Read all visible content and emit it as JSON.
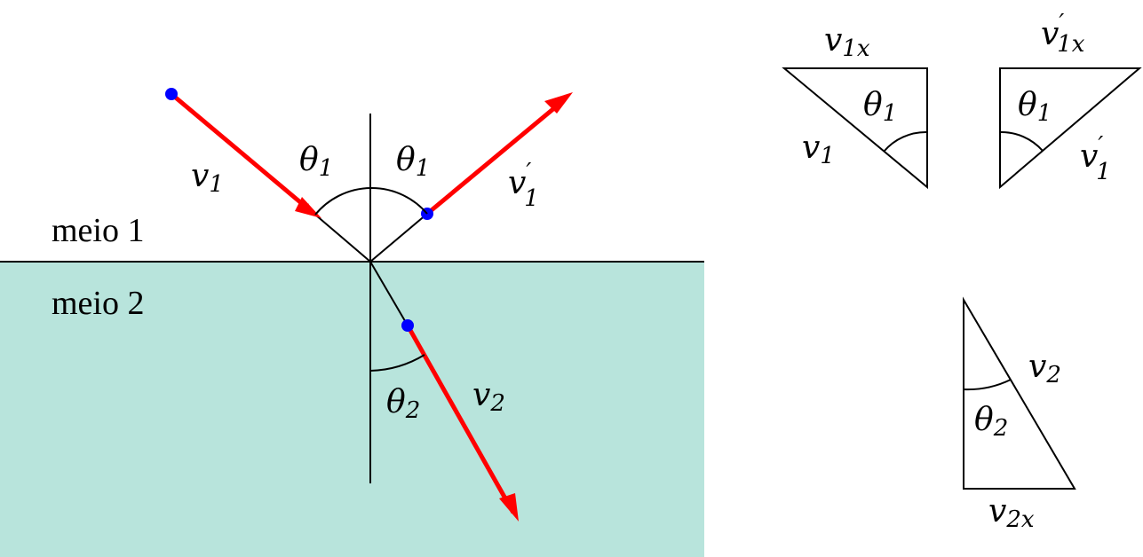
{
  "media": {
    "upper": "meio 1",
    "lower": "meio 2",
    "lower_color": "#b8e4dc"
  },
  "colors": {
    "vector": "#ff0000",
    "point": "#0000ff"
  },
  "labels": {
    "v1": {
      "base": "v",
      "sub": "1"
    },
    "v1p": {
      "base": "v",
      "prime": "′",
      "sub": "1"
    },
    "v2": {
      "base": "v",
      "sub": "2"
    },
    "theta1": {
      "base": "θ",
      "sub": "1"
    },
    "theta2": {
      "base": "θ",
      "sub": "2"
    },
    "v1x": {
      "base": "v",
      "sub": "1x"
    },
    "v1px": {
      "base": "v",
      "prime": "′",
      "sub": "1x"
    },
    "v2x": {
      "base": "v",
      "sub": "2x"
    }
  }
}
